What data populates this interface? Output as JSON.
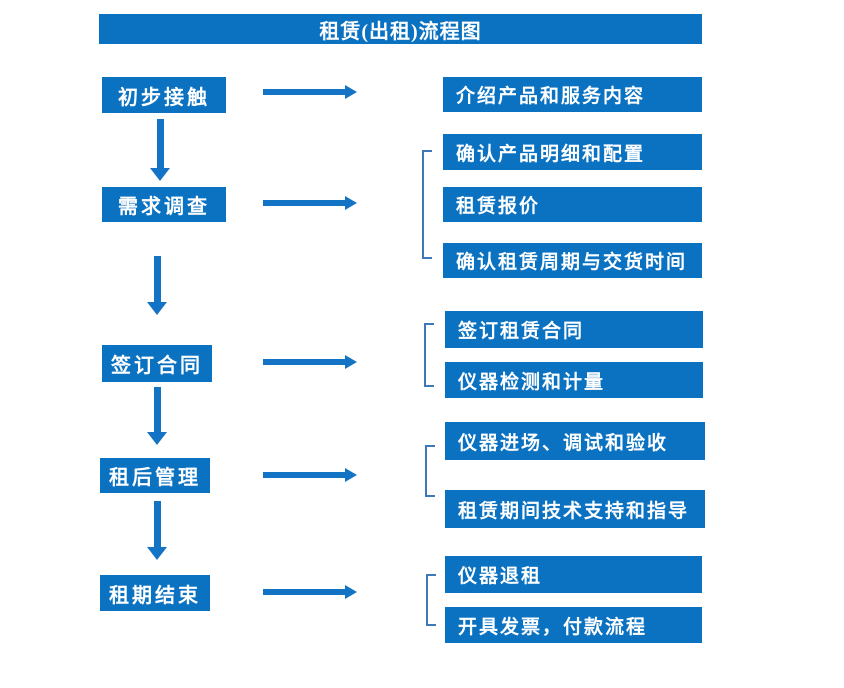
{
  "title": "租赁(出租)流程图",
  "steps": [
    {
      "label": "初步接触",
      "details": [
        "介绍产品和服务内容"
      ]
    },
    {
      "label": "需求调查",
      "details": [
        "确认产品明细和配置",
        "租赁报价",
        "确认租赁周期与交货时间"
      ]
    },
    {
      "label": "签订合同",
      "details": [
        "签订租赁合同",
        "仪器检测和计量"
      ]
    },
    {
      "label": "租后管理",
      "details": [
        "仪器进场、调试和验收",
        "租赁期间技术支持和指导"
      ]
    },
    {
      "label": "租期结束",
      "details": [
        "仪器退租",
        "开具发票，付款流程"
      ]
    }
  ],
  "colors": {
    "box_blue": "#0b72c2",
    "arrow_blue": "#1374c6",
    "bracket_blue": "#3e78b8",
    "text_white": "#ffffff"
  }
}
